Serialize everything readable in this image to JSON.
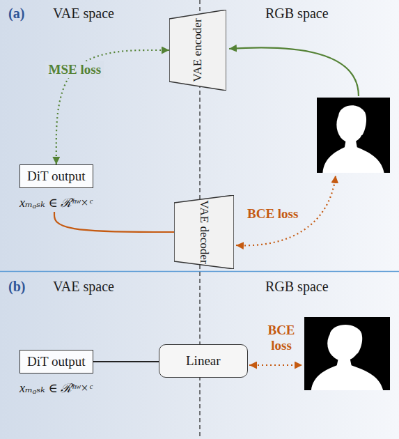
{
  "diagram": {
    "nodes": [
      {
        "text": [
          "(a)",
          "VAE space",
          "RGB space"
        ]
      },
      {
        "text": [
          "VAE encoder"
        ],
        "in": 0
      },
      {
        "text": [
          "DiT output",
          "xₘₐₛₖ ∈ ℛʰʷ×ᶜ"
        ],
        "in": 0
      },
      {
        "text": [
          "VAE decoder"
        ],
        "in": 0
      },
      {
        "text": [
          "(b)",
          "VAE space",
          "RGB space"
        ]
      },
      {
        "text": [
          "DiT output",
          "xₘₐₛₖ ∈ ℛʰʷ×ᶜ"
        ],
        "in": 4
      },
      {
        "text": [
          "Linear"
        ],
        "in": 4
      }
    ],
    "edges": [
      {
        "from": 2,
        "to": 1,
        "arrow": "both",
        "label": "MSE loss"
      },
      {
        "from": 2,
        "to": 3,
        "arrow": "none"
      },
      {
        "from": 5,
        "to": 6,
        "arrow": "none"
      }
    ],
    "labels": [
      "BCE loss",
      "BCE loss"
    ]
  }
}
